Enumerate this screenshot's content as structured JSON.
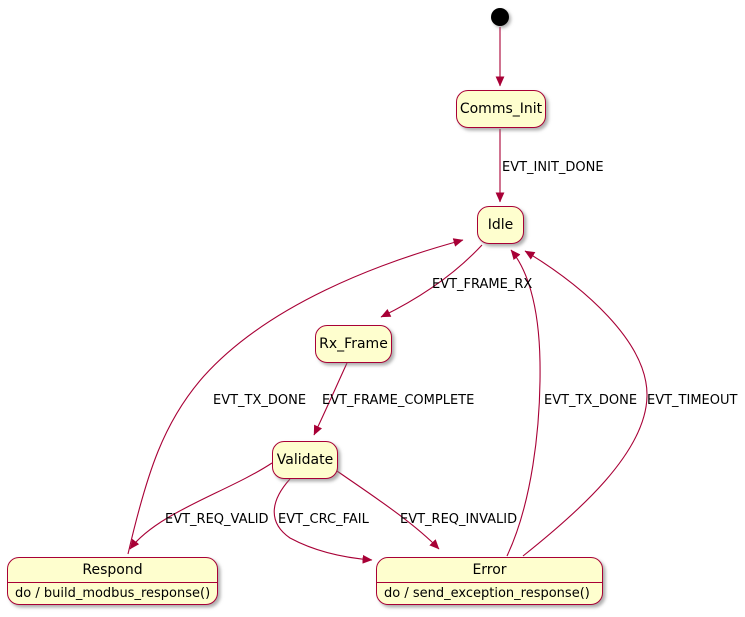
{
  "diagram": {
    "type": "uml-state-machine",
    "colors": {
      "state_fill": "#FEFECE",
      "state_border": "#A80036",
      "arrow": "#A80036",
      "text": "#000000",
      "background": "#FFFFFF",
      "initial_dot": "#000000"
    },
    "states": [
      {
        "id": "initial",
        "kind": "initial-pseudostate",
        "label": ""
      },
      {
        "id": "comms_init",
        "label": "Comms_Init"
      },
      {
        "id": "idle",
        "label": "Idle"
      },
      {
        "id": "rx_frame",
        "label": "Rx_Frame"
      },
      {
        "id": "validate",
        "label": "Validate"
      },
      {
        "id": "respond",
        "label": "Respond",
        "activity": "do / build_modbus_response()"
      },
      {
        "id": "error",
        "label": "Error",
        "activity": "do / send_exception_response()"
      }
    ],
    "transitions": [
      {
        "from": "initial",
        "to": "comms_init",
        "label": ""
      },
      {
        "from": "comms_init",
        "to": "idle",
        "label": "EVT_INIT_DONE"
      },
      {
        "from": "idle",
        "to": "rx_frame",
        "label": "EVT_FRAME_RX"
      },
      {
        "from": "rx_frame",
        "to": "validate",
        "label": "EVT_FRAME_COMPLETE"
      },
      {
        "from": "validate",
        "to": "respond",
        "label": "EVT_REQ_VALID"
      },
      {
        "from": "validate",
        "to": "error",
        "label": "EVT_CRC_FAIL"
      },
      {
        "from": "validate",
        "to": "error",
        "label": "EVT_REQ_INVALID"
      },
      {
        "from": "respond",
        "to": "idle",
        "label": "EVT_TX_DONE"
      },
      {
        "from": "error",
        "to": "idle",
        "label": "EVT_TX_DONE"
      },
      {
        "from": "error",
        "to": "idle",
        "label": "EVT_TIMEOUT"
      }
    ]
  }
}
